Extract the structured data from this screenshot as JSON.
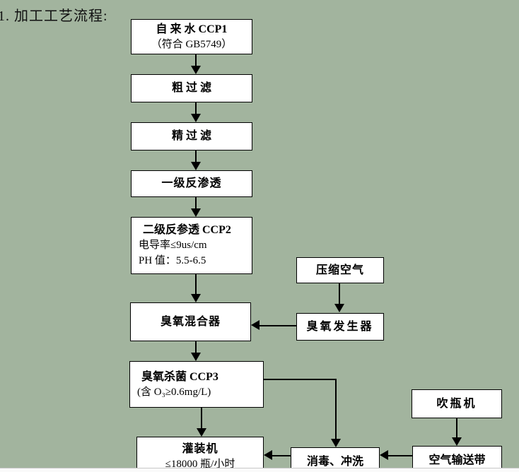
{
  "title": "1. 加工工艺流程:",
  "colors": {
    "background": "#a2b49e",
    "node_fill": "#ffffff",
    "node_border": "#000000",
    "arrow": "#000000",
    "text": "#000000"
  },
  "diagram": {
    "type": "flowchart",
    "nodes": {
      "tap_water": {
        "title": "自 来 水 CCP1",
        "subtitle": "（符合 GB5749）"
      },
      "coarse_filter": {
        "title": "粗 过 滤"
      },
      "fine_filter": {
        "title": "精 过 滤"
      },
      "ro_stage1": {
        "title": "一级反渗透"
      },
      "ro_stage2": {
        "title": "二级反参透 CCP2",
        "line2": "电导率≤9us/cm",
        "line3": "PH 值：5.5-6.5"
      },
      "ozone_mixer": {
        "title": "臭氧混合器"
      },
      "compressed_air": {
        "title": "压缩空气"
      },
      "ozone_generator": {
        "title": "臭氧发生器"
      },
      "ozone_sterilizer": {
        "title": "臭氧杀菌 CCP3",
        "line2": "(含 O₃≥0.6mg/L)"
      },
      "bottle_blower": {
        "title": "吹瓶机"
      },
      "filler": {
        "title": "灌装机",
        "line2": "≤18000 瓶/小时"
      },
      "disinfect_rinse": {
        "title": "消毒、冲洗"
      },
      "air_conveyor": {
        "title": "空气输送带"
      }
    },
    "edges": [
      {
        "from": "tap_water",
        "to": "coarse_filter"
      },
      {
        "from": "coarse_filter",
        "to": "fine_filter"
      },
      {
        "from": "fine_filter",
        "to": "ro_stage1"
      },
      {
        "from": "ro_stage1",
        "to": "ro_stage2"
      },
      {
        "from": "ro_stage2",
        "to": "ozone_mixer"
      },
      {
        "from": "compressed_air",
        "to": "ozone_generator"
      },
      {
        "from": "ozone_generator",
        "to": "ozone_mixer"
      },
      {
        "from": "ozone_mixer",
        "to": "ozone_sterilizer"
      },
      {
        "from": "ozone_sterilizer",
        "to": "filler"
      },
      {
        "from": "ozone_sterilizer",
        "to": "disinfect_rinse"
      },
      {
        "from": "bottle_blower",
        "to": "air_conveyor"
      },
      {
        "from": "air_conveyor",
        "to": "disinfect_rinse"
      },
      {
        "from": "disinfect_rinse",
        "to": "filler"
      }
    ]
  }
}
